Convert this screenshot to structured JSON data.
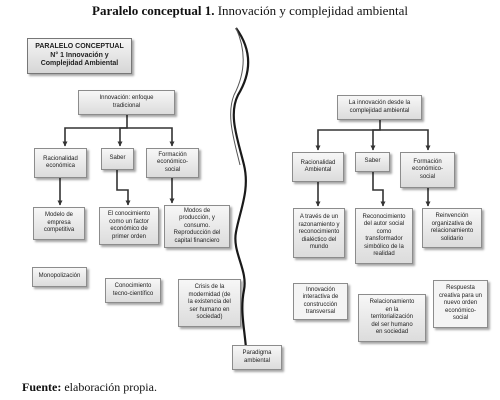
{
  "header": {
    "title_bold": "Paralelo conceptual 1.",
    "title_rest": " Innovación y complejidad ambiental"
  },
  "footer": {
    "source_label": "Fuente:",
    "source_text": " elaboración propia."
  },
  "colors": {
    "connector": "#333333",
    "node_border": "#8c8c8c",
    "divider": "#1a1a1a"
  },
  "left": {
    "title_box": "PARALELO CONCEPTUAL\nN° 1 Innovación y\nComplejidad Ambiental",
    "root": "Innovación: enfoque\ntradicional",
    "branches": [
      "Racionalidad\neconómica",
      "Saber",
      "Formación\neconómico-\nsocial"
    ],
    "leaves": [
      "Modelo de\nempresa\ncompetitiva",
      "El conocimiento\ncomo un factor\neconómico de\nprimer orden",
      "Modos de\nproducción, y\nconsumo.\nReproducción del\ncapital financiero"
    ],
    "bottom": [
      "Monopolización",
      "Conocimiento\ntecno-científico",
      "Crisis de la\nmodernidad (de\nla existencia del\nser humano en\nsociedad)"
    ]
  },
  "right": {
    "root": "La innovación desde la\ncomplejidad ambiental",
    "branches": [
      "Racionalidad\nAmbiental",
      "Saber",
      "Formación\neconómico-\nsocial"
    ],
    "leaves": [
      "A través de un\nrazonamiento y\nreconocimiento\ndialéctico del\nmundo",
      "Reconocimiento\ndel autor social\ncomo\ntransformador\nsimbólico de la\nrealidad",
      "Reinvención\norganizativa de\nrelacionamiento\nsolidario"
    ],
    "bottom": [
      "Innovación\ninteractiva de\nconstrucción\ntransversal",
      "Relacionamiento\nen la\nterritorialización\ndel ser humano\nen sociedad",
      "Respuesta\ncreativa para un\nnuevo orden\neconómico-\nsocial"
    ]
  },
  "center": {
    "label": "Paradigma\nambiental"
  }
}
